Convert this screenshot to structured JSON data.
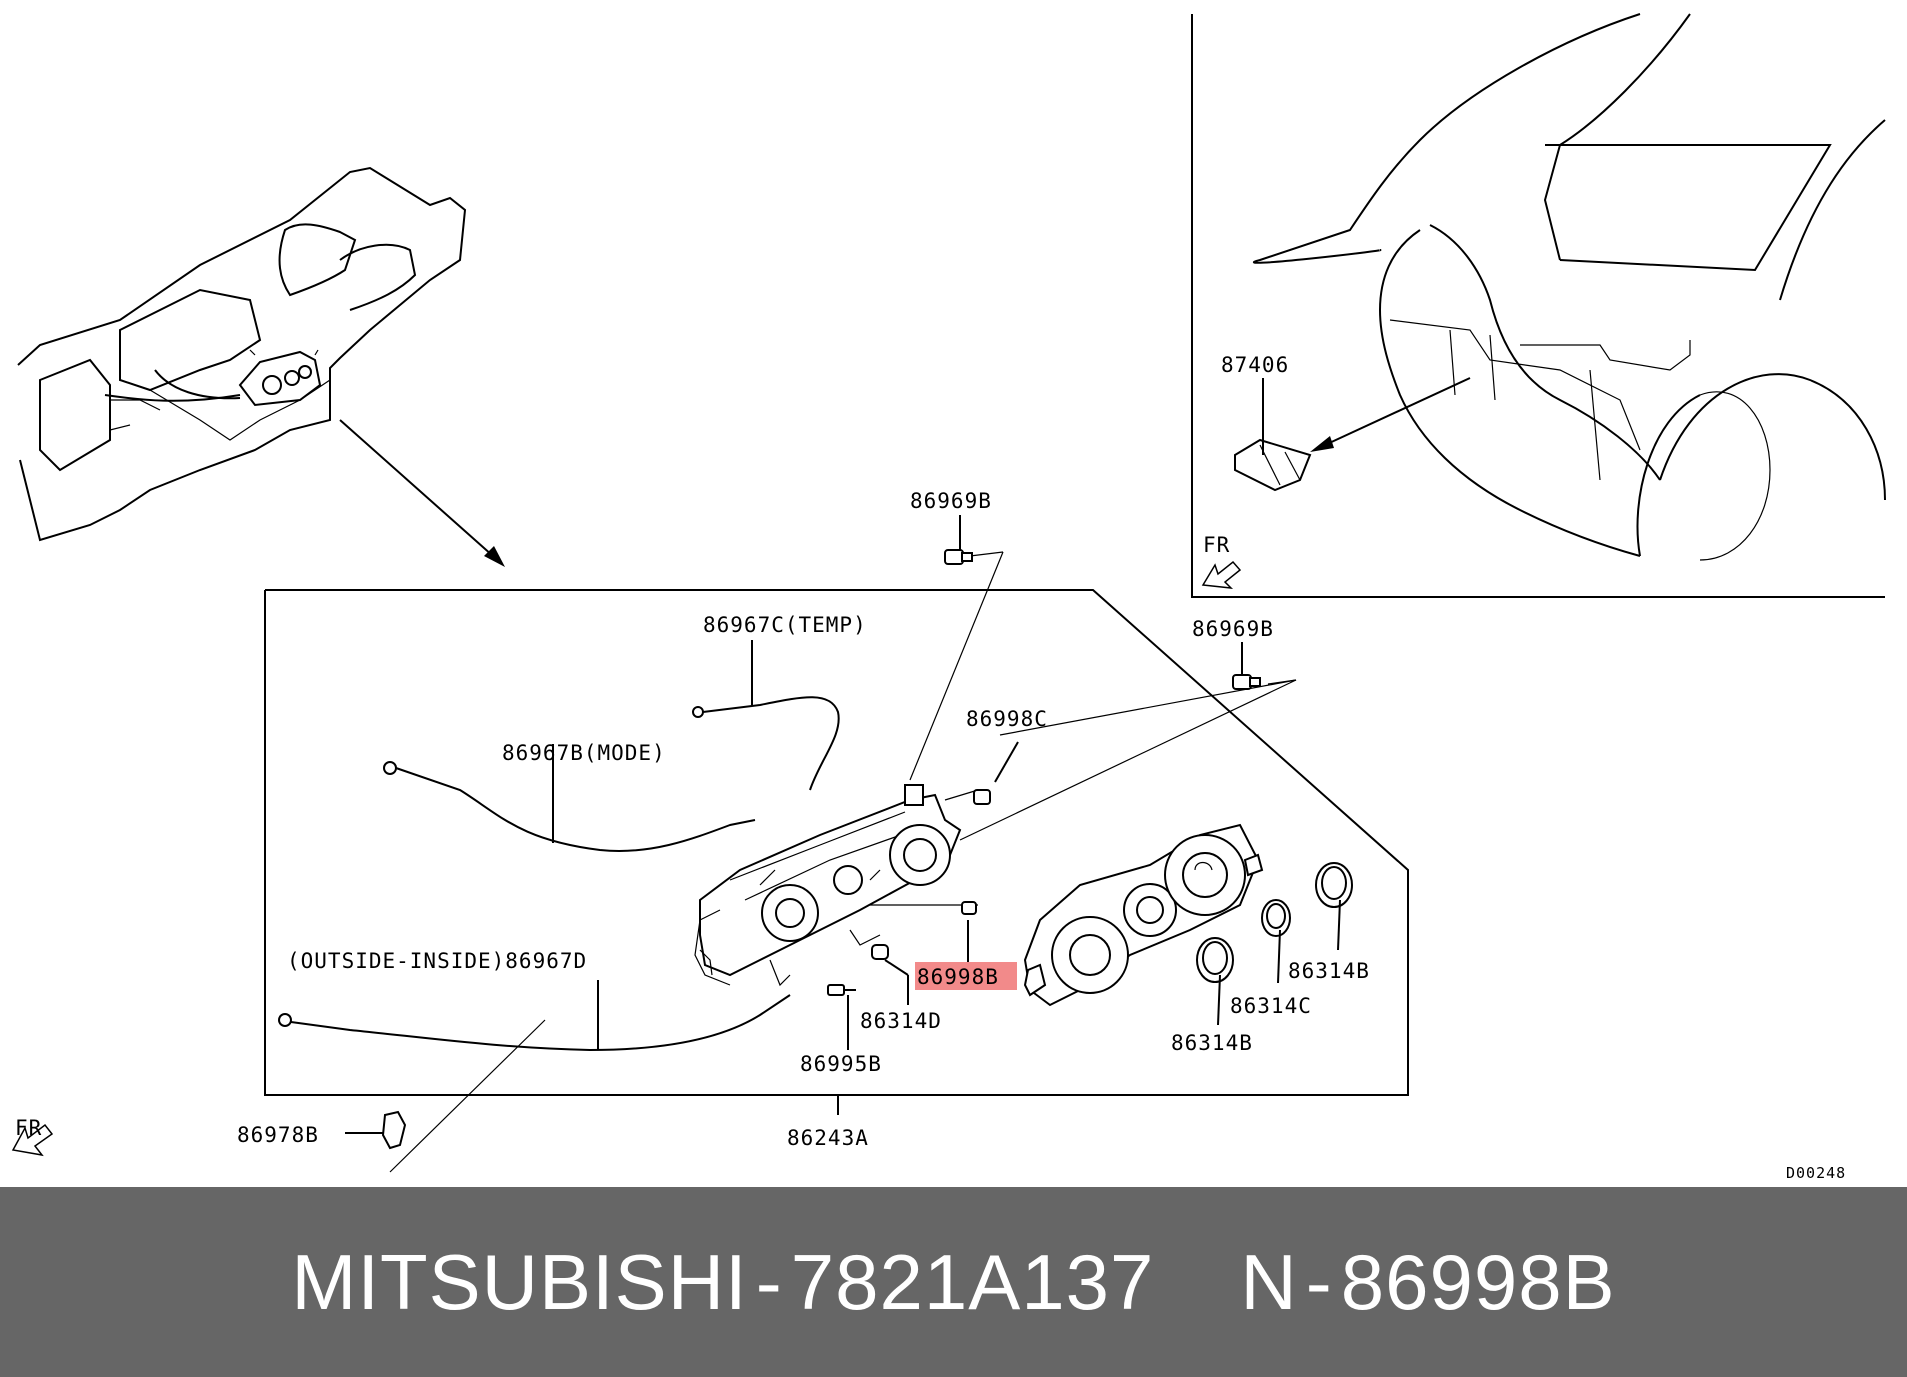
{
  "callouts": {
    "p86969b_top": "86969B",
    "p86967c": "86967C(TEMP)",
    "p86969b_right": "86969B",
    "p86998c": "86998C",
    "p86967b": "86967B(MODE)",
    "p86967d": "(OUTSIDE-INSIDE)86967D",
    "p86998b": "86998B",
    "p86314d": "86314D",
    "p86995b": "86995B",
    "p86314b_right": "86314B",
    "p86314c": "86314C",
    "p86314b_left": "86314B",
    "p86978b": "86978B",
    "p86243a": "86243A",
    "p87406": "87406"
  },
  "fr_label": "FR",
  "diagram_code": "D00248",
  "highlight_color": "#f28a8a",
  "banner": {
    "brand": "MITSUBISHI",
    "separator": "-",
    "part_number": "7821A137",
    "n_label": "N",
    "n_separator": "-",
    "n_code": "86998B"
  }
}
